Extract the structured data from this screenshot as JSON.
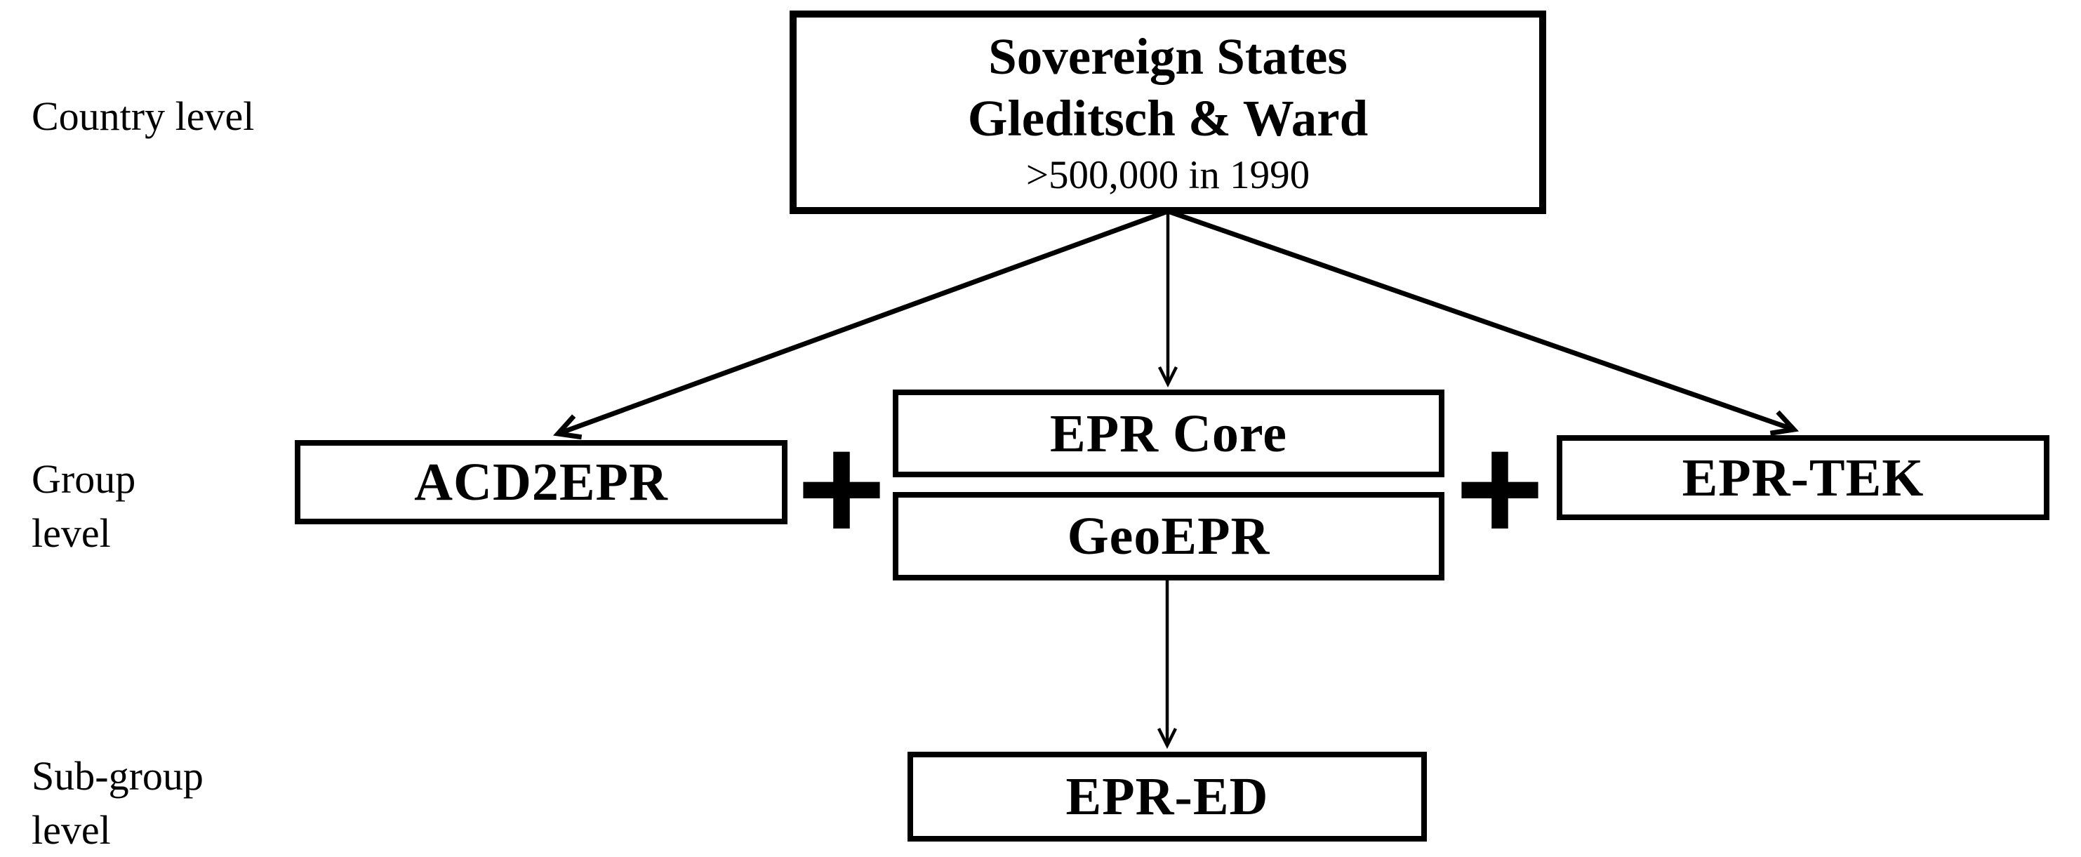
{
  "diagram": {
    "background_color": "#ffffff",
    "stroke_color": "#000000",
    "level_labels": {
      "country": {
        "lines": [
          "Country level"
        ]
      },
      "group": {
        "lines": [
          "Group",
          "level"
        ]
      },
      "subgroup": {
        "lines": [
          "Sub-group",
          "level"
        ]
      }
    },
    "nodes": {
      "sovereign": {
        "line1": "Sovereign States",
        "line2": "Gleditsch & Ward",
        "line3": ">500,000 in 1990"
      },
      "acd2epr": {
        "label": "ACD2EPR"
      },
      "epr_core": {
        "label": "EPR Core"
      },
      "geo_epr": {
        "label": "GeoEPR"
      },
      "epr_tek": {
        "label": "EPR-TEK"
      },
      "epr_ed": {
        "label": "EPR-ED"
      }
    },
    "operators": {
      "left_plus": "+",
      "right_plus": "+"
    },
    "edges": [
      {
        "from": "sovereign",
        "to": "acd2epr"
      },
      {
        "from": "sovereign",
        "to": "epr_core"
      },
      {
        "from": "sovereign",
        "to": "epr_tek"
      },
      {
        "from": "geo_epr",
        "to": "epr_ed"
      }
    ]
  }
}
